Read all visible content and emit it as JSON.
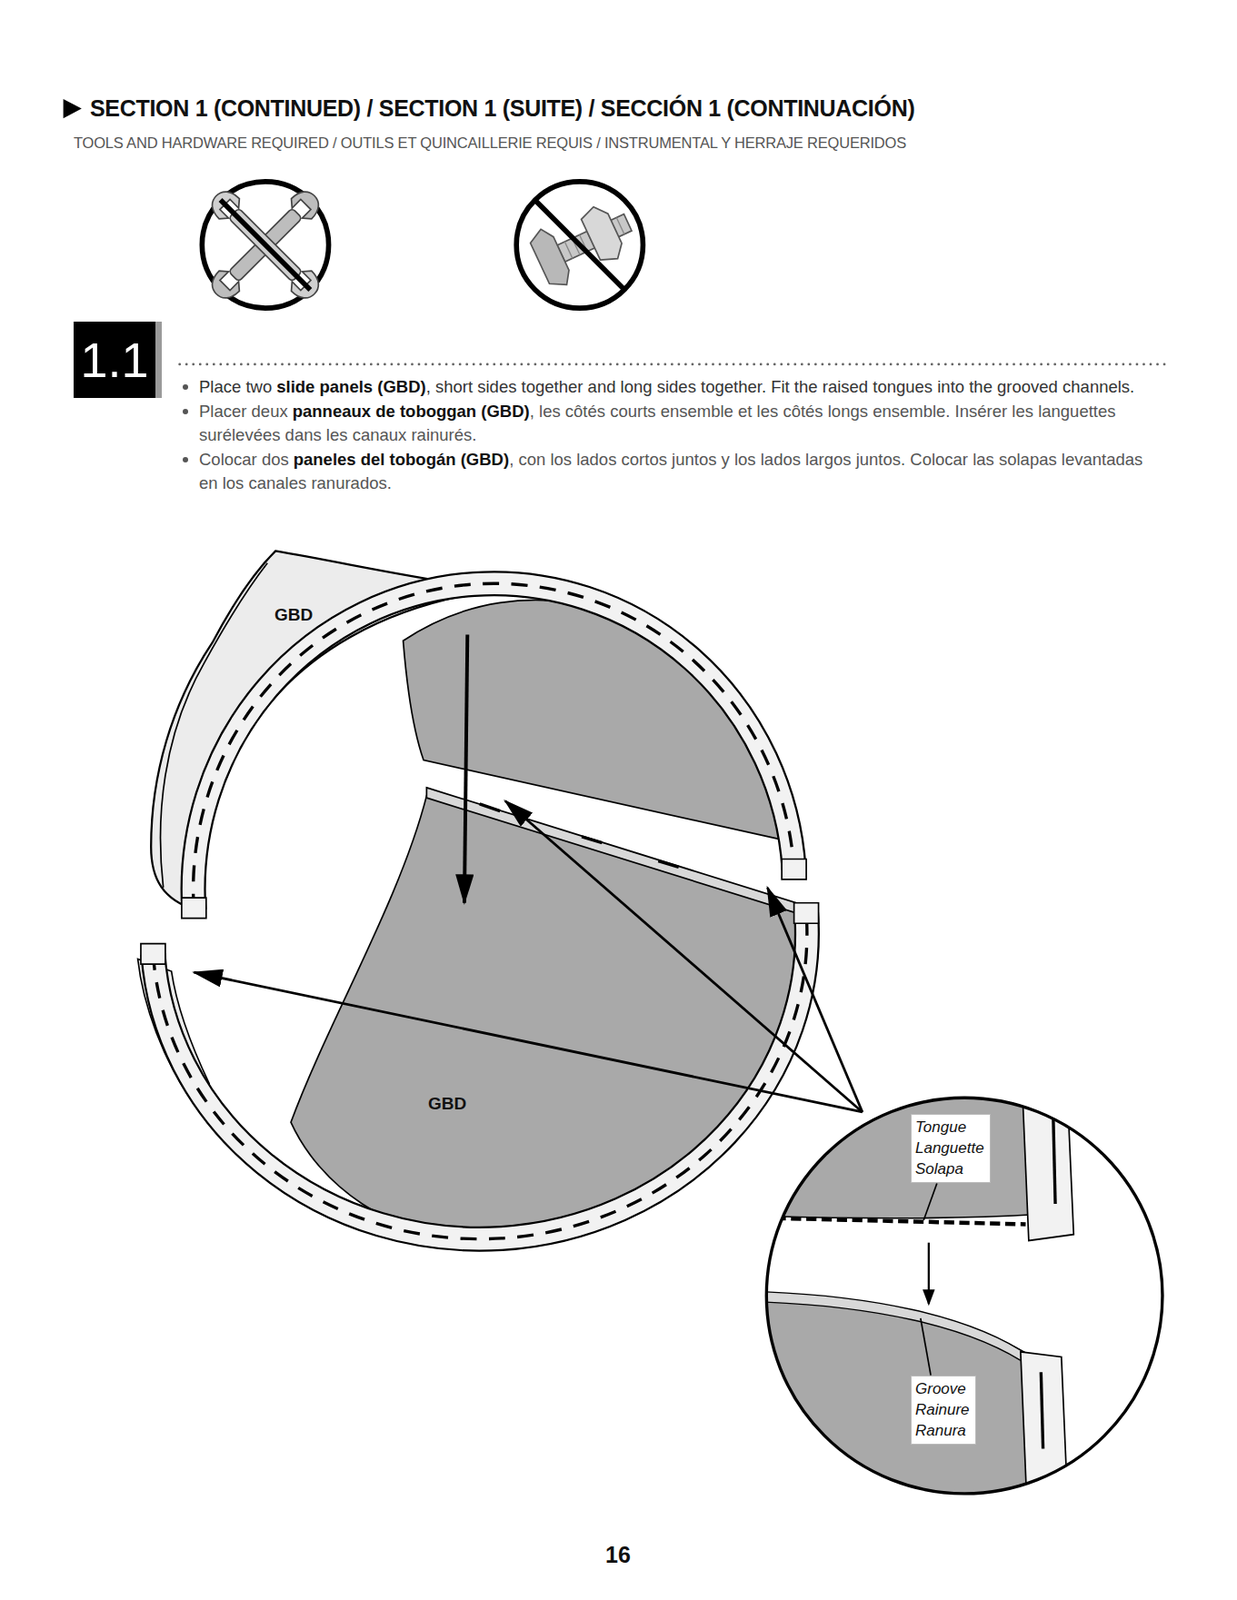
{
  "diagram": {
    "title": "SECTION 1 (CONTINUED) / SECTION 1 (SUITE) / SECCIÓN 1 (CONTINUACIÓN)",
    "nodes": [
      {
        "text": [
          "1.1"
        ]
      },
      {
        "text": [
          "Tongue",
          "Languette",
          "Solapa"
        ]
      },
      {
        "text": [
          "Groove",
          "Rainure",
          "Ranura"
        ]
      }
    ],
    "labels": [
      "TOOLS AND HARDWARE REQUIRED / OUTILS ET QUINCAILLERIE REQUIS / INSTRUMENTAL Y HERRAJE REQUERIDOS",
      "Place two",
      "slide panels (GBD)",
      ", short sides together and long sides together. Fit the raised tongues into the grooved channels.",
      "Placer deux",
      "panneaux de toboggan (GBD)",
      ", les côtés courts ensemble et les côtés longs ensemble. Insérer les languettes surélevées dans les canaux rainurés.",
      "Colocar dos",
      "paneles del tobogán (GBD)",
      ", con los lados cortos juntos y los lados largos juntos. Colocar las solapas levantadas en los canales ranurados.",
      "GBD",
      "GBD",
      "16"
    ]
  }
}
